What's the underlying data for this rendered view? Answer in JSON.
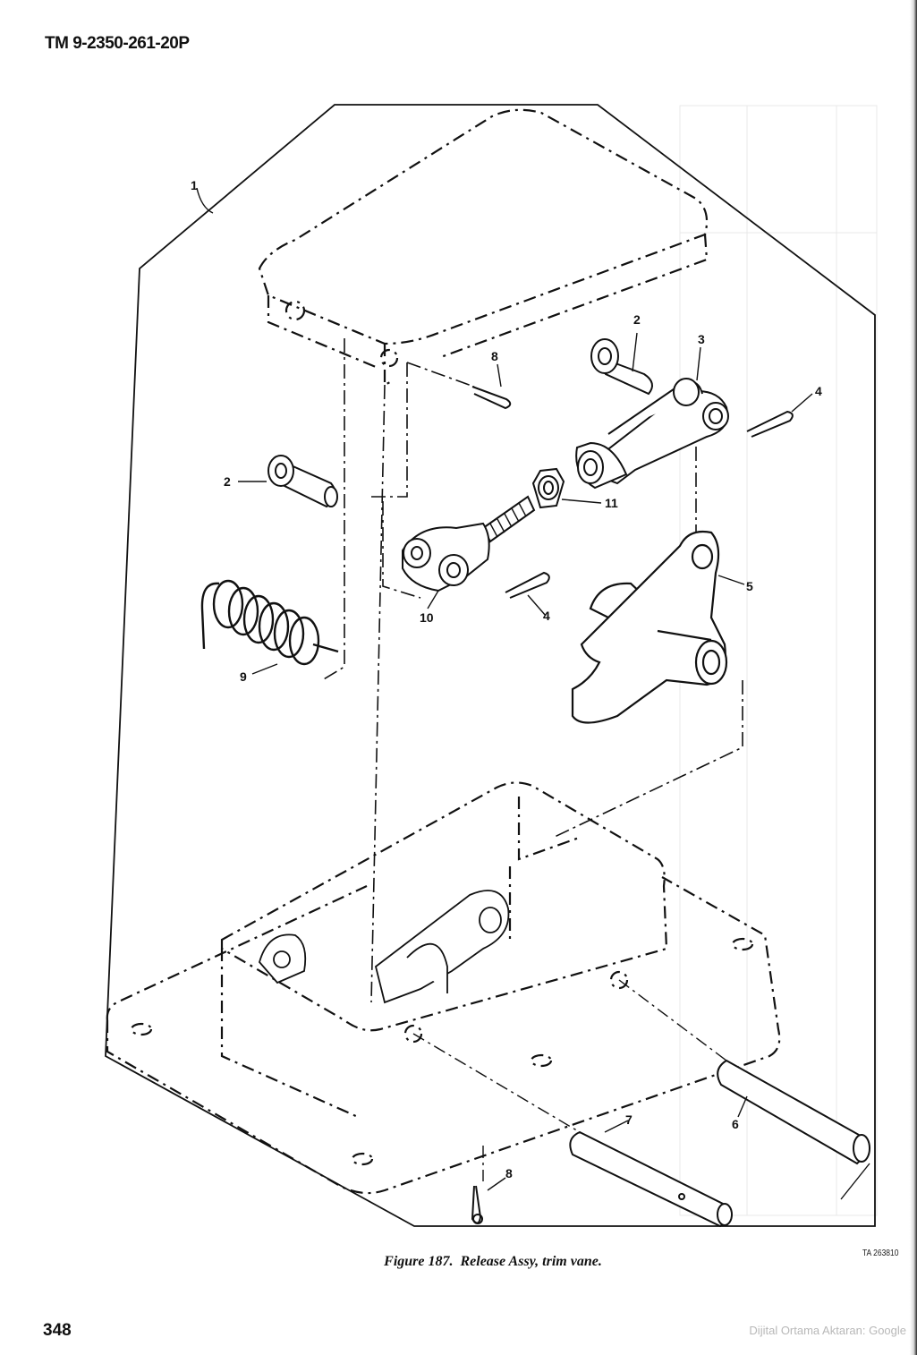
{
  "header": {
    "doc_number": "TM 9-2350-261-20P"
  },
  "figure": {
    "callouts": [
      "1",
      "2",
      "3",
      "4",
      "2",
      "8",
      "11",
      "5",
      "10",
      "4",
      "9",
      "7",
      "6",
      "8"
    ]
  },
  "caption": {
    "number": "Figure 187.",
    "title": "Release Assy, trim vane."
  },
  "ta_code": "TA 263810",
  "footer": {
    "page_number": "348",
    "watermark": "Dijital Ortama Aktaran: Google"
  }
}
